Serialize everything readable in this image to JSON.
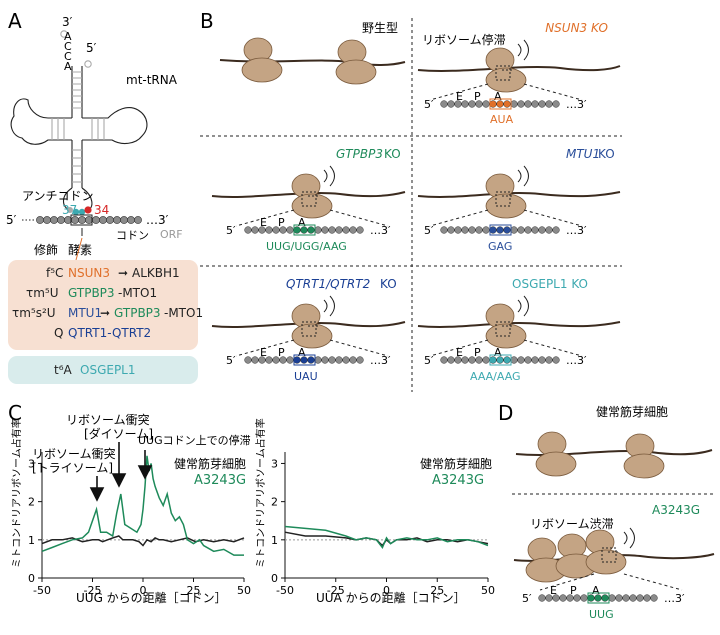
{
  "colors": {
    "ribosome": "#c4a484",
    "ribosome_edge": "#7a5a3c",
    "nsun3": "#e0702a",
    "gtpbp3": "#1e8a5a",
    "mtu1": "#2a4e9a",
    "qtrt": "#1a3f94",
    "osgepl1": "#3da9b0",
    "red34": "#d62828",
    "green37": "#3da9b0",
    "pink_box": "#f7e0d2",
    "teal_box": "#d9ecec",
    "codon_gray": "#8a8a8a",
    "wt_line": "#222222",
    "mut_line": "#1e8a5a"
  },
  "panelA": {
    "letter": "A",
    "label_3prime": "3′",
    "acca": [
      "A",
      "C",
      "C",
      "A"
    ],
    "label_5prime": "5′",
    "tRNA_label": "mt-tRNA",
    "anticodon_label": "アンチコドン",
    "pos37": "37",
    "pos34": "34",
    "strand_5": "5′",
    "strand_3": "…3′",
    "codon_label": "コドン",
    "orf_label": "ORF",
    "head_mod": "修飾",
    "head_enz": "酵素",
    "rows": [
      {
        "mod": "f⁵C",
        "e1": "NSUN3",
        "arrow": true,
        "e2": "ALKBH1"
      },
      {
        "mod": "τm⁵U",
        "e1": "GTPBP3",
        "e2": "-MTO1"
      },
      {
        "mod": "τm⁵s²U",
        "e1": "MTU1",
        "arrow": true,
        "e2a": "GTPBP3",
        "e2": "-MTO1"
      },
      {
        "mod": "Q",
        "e1": "QTRT1-QTRT2"
      }
    ],
    "t6a_mod": "t⁶A",
    "t6a_enz": "OSGEPL1"
  },
  "panelB": {
    "letter": "B",
    "wt_title": "野生型",
    "stall_label": "リボソーム停滞",
    "nsun3_title": "NSUN3 KO",
    "nsun3_codon": "AUA",
    "gtpbp3_title_i": "GTPBP3",
    "gtpbp3_title_ko": " KO",
    "gtpbp3_codon": "UUG/UGG/AAG",
    "mtu1_title_i": "MTU1",
    "mtu1_title_ko": " KO",
    "mtu1_codon": "GAG",
    "qtrt_title_i": "QTRT1/QTRT2",
    "qtrt_title_ko": " KO",
    "qtrt_codon": "UAU",
    "osgepl1_title": "OSGEPL1 KO",
    "osgepl1_codon": "AAA/AAG",
    "site_e": "E",
    "site_p": "P",
    "site_a": "A",
    "strand_5": "5′",
    "strand_3": "…3′"
  },
  "panelC": {
    "letter": "C",
    "ylabel": "ミトコンドリアリボソーム占有率",
    "ann_collision": "リボソーム衝突",
    "ann_disome": "[ダイソーム]",
    "ann_collision2": "リボソーム衝突",
    "ann_trisome": "[トライソーム]",
    "ann_stall": "UUGコドン上での停滞",
    "legend_wt": "健常筋芽細胞",
    "legend_mut": "A3243G",
    "xlabel1": "UUG からの距離［コドン］",
    "xlabel2": "UUA からの距離［コドン］",
    "xticks": [
      "-50",
      "-25",
      "0",
      "25",
      "50"
    ],
    "yticks": [
      "0",
      "1",
      "2",
      "3"
    ]
  },
  "panelD": {
    "letter": "D",
    "wt_title": "健常筋芽細胞",
    "jam_label": "リボソーム渋滞",
    "mut_title": "A3243G",
    "codon": "UUG",
    "site_e": "E",
    "site_p": "P",
    "site_a": "A",
    "strand_5": "5′",
    "strand_3": "…3′"
  },
  "chart_data": [
    {
      "type": "line",
      "xlabel": "UUG からの距離［コドン］",
      "ylabel": "ミトコンドリアリボソーム占有率",
      "xlim": [
        -50,
        50
      ],
      "ylim": [
        0,
        3.3
      ],
      "series": [
        {
          "name": "健常筋芽細胞",
          "x": [
            -50,
            -45,
            -40,
            -35,
            -30,
            -25,
            -22,
            -20,
            -15,
            -12,
            -10,
            -5,
            -2,
            0,
            2,
            4,
            6,
            8,
            10,
            14,
            18,
            22,
            26,
            30,
            35,
            40,
            45,
            50
          ],
          "y": [
            0.9,
            1.0,
            1.0,
            1.05,
            0.95,
            1.0,
            1.0,
            0.95,
            1.05,
            1.1,
            1.0,
            1.0,
            0.95,
            0.85,
            1.0,
            0.95,
            1.05,
            1.0,
            1.0,
            0.95,
            1.0,
            1.05,
            0.95,
            1.0,
            0.95,
            1.0,
            0.95,
            1.05
          ]
        },
        {
          "name": "A3243G",
          "x": [
            -50,
            -45,
            -40,
            -35,
            -30,
            -27,
            -25,
            -23,
            -21,
            -18,
            -15,
            -13,
            -11,
            -9,
            -6,
            -3,
            -1,
            0,
            1,
            2,
            3,
            4,
            5,
            6,
            8,
            10,
            12,
            14,
            16,
            18,
            20,
            22,
            25,
            28,
            30,
            35,
            40,
            45,
            50
          ],
          "y": [
            0.7,
            0.8,
            0.9,
            1.0,
            1.05,
            1.2,
            1.5,
            1.8,
            1.2,
            1.2,
            1.1,
            1.7,
            2.2,
            1.4,
            1.3,
            1.2,
            1.4,
            1.8,
            2.4,
            3.2,
            2.8,
            3.0,
            2.6,
            2.4,
            2.1,
            1.9,
            2.2,
            1.7,
            1.5,
            1.6,
            1.4,
            1.0,
            0.9,
            1.0,
            0.85,
            0.7,
            0.75,
            0.6,
            0.6
          ]
        }
      ]
    },
    {
      "type": "line",
      "xlabel": "UUA からの距離［コドン］",
      "ylabel": "ミトコンドリアリボソーム占有率",
      "xlim": [
        -50,
        50
      ],
      "ylim": [
        0,
        3.3
      ],
      "series": [
        {
          "name": "健常筋芽細胞",
          "x": [
            -50,
            -40,
            -30,
            -20,
            -15,
            -10,
            -5,
            -2,
            0,
            2,
            5,
            10,
            15,
            20,
            25,
            30,
            35,
            40,
            45,
            50
          ],
          "y": [
            1.2,
            1.1,
            1.1,
            1.05,
            1.0,
            1.05,
            1.0,
            0.85,
            1.0,
            0.9,
            1.0,
            1.0,
            1.05,
            0.95,
            1.0,
            1.0,
            0.95,
            1.0,
            0.95,
            0.9
          ]
        },
        {
          "name": "A3243G",
          "x": [
            -50,
            -40,
            -30,
            -20,
            -15,
            -10,
            -5,
            -2,
            0,
            2,
            5,
            10,
            15,
            20,
            25,
            30,
            35,
            40,
            45,
            50
          ],
          "y": [
            1.35,
            1.3,
            1.25,
            1.1,
            1.0,
            1.05,
            1.0,
            0.8,
            1.05,
            0.9,
            1.0,
            1.05,
            1.0,
            1.0,
            1.05,
            0.95,
            1.0,
            1.0,
            0.95,
            0.85
          ]
        }
      ]
    }
  ]
}
